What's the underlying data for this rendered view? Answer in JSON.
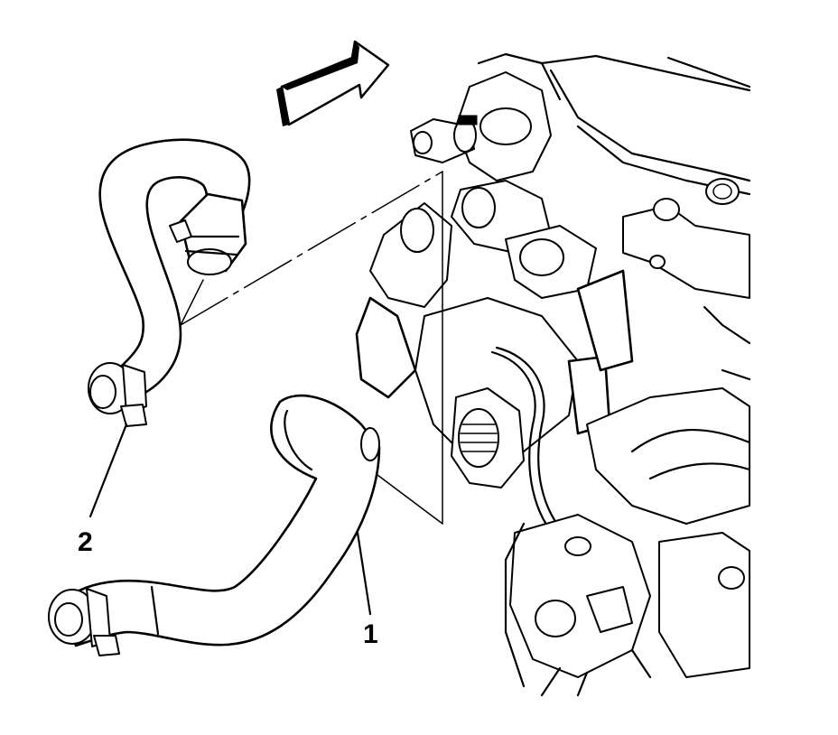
{
  "callouts": [
    {
      "id": "1",
      "label": "1"
    },
    {
      "id": "2",
      "label": "2"
    }
  ],
  "icons": {
    "direction_arrow": "arrow-forward-icon"
  }
}
